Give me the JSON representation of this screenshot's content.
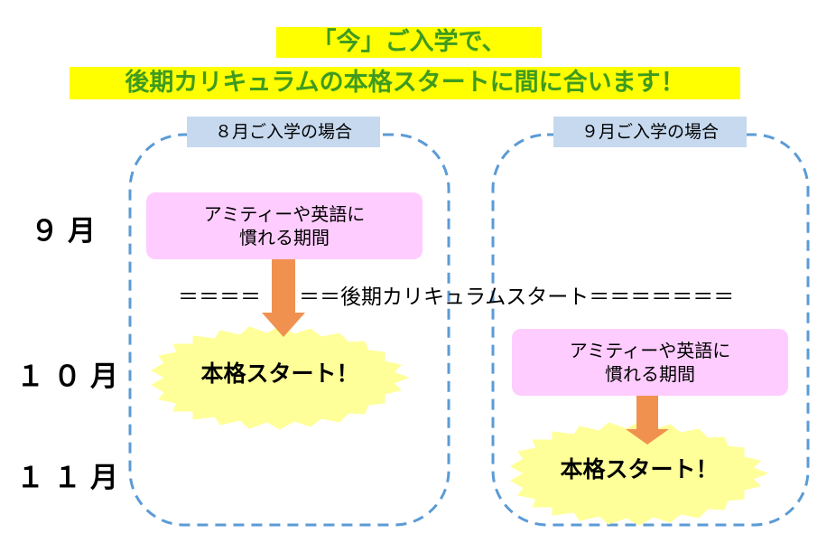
{
  "headline": {
    "line1": "「今」ご入学で、",
    "line2": "後期カリキュラムの本格スタートに間に合います！"
  },
  "months": {
    "sep": "９月",
    "oct": "１０月",
    "nov": "１１月"
  },
  "panels": {
    "august": {
      "label": "８月ご入学の場合",
      "box_line1": "アミティーや英語に",
      "box_line2": "慣れる期間",
      "start": "本格スタート！"
    },
    "september": {
      "label": "９月ご入学の場合",
      "box_line1": "アミティーや英語に",
      "box_line2": "慣れる期間",
      "start": "本格スタート！"
    }
  },
  "divider": {
    "left": "＝＝＝＝",
    "right": "＝＝後期カリキュラムスタート＝＝＝＝＝＝＝"
  },
  "colors": {
    "headline_bg": "#ffff00",
    "headline_text": "#3f9b1f",
    "panel_border": "#5b9bd5",
    "label_bg": "#c6d9ef",
    "box_bg": "#ffccff",
    "arrow": "#f0914f",
    "starburst": "#ffff99"
  }
}
